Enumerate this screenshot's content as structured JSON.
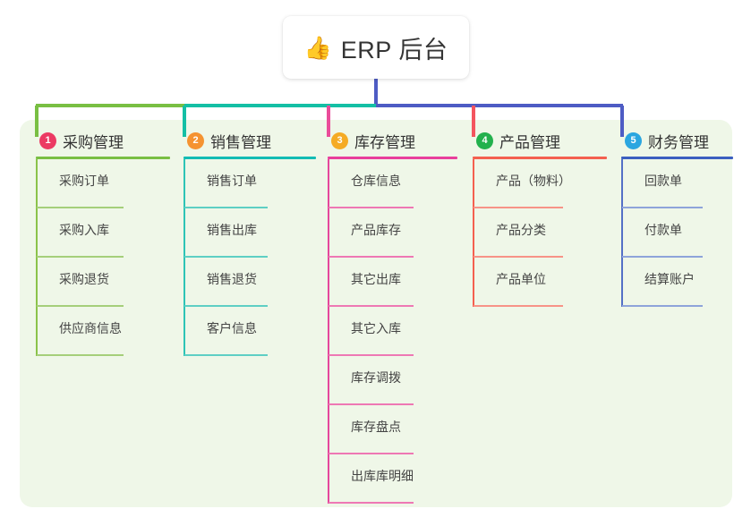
{
  "root": {
    "icon": "thumbs-up-icon",
    "emoji": "👍",
    "title": "ERP 后台"
  },
  "theme": {
    "page_background": "#ffffff",
    "panel_background": "#eff7e8",
    "root_card_background": "#ffffff",
    "root_stem_color": "#4e5cc4",
    "connector_green": "#79bf43",
    "connector_teal": "#14bfa5",
    "connector_blue": "#4e5cc4",
    "drop_green": "#79bf43",
    "drop_teal": "#14bfa5",
    "drop_pink": "#ea4c9a",
    "drop_red": "#f4555f",
    "drop_blue": "#4e5cc4"
  },
  "columns": [
    {
      "index": "1",
      "title": "采购管理",
      "badge_color": "#ec3a63",
      "rule_color": "#79bf43",
      "line_color": "#8bc34a",
      "leaf_color": "#a5cf7a",
      "items": [
        {
          "label": "采购订单"
        },
        {
          "label": "采购入库"
        },
        {
          "label": "采购退货"
        },
        {
          "label": "供应商信息"
        }
      ]
    },
    {
      "index": "2",
      "title": "销售管理",
      "badge_color": "#f59331",
      "rule_color": "#12bcb4",
      "line_color": "#2ec4b6",
      "leaf_color": "#5ecfc4",
      "items": [
        {
          "label": "销售订单"
        },
        {
          "label": "销售出库"
        },
        {
          "label": "销售退货"
        },
        {
          "label": "客户信息"
        }
      ]
    },
    {
      "index": "3",
      "title": "库存管理",
      "badge_color": "#f5ab24",
      "rule_color": "#e83f9c",
      "line_color": "#e5479c",
      "leaf_color": "#ee78b4",
      "items": [
        {
          "label": "仓库信息"
        },
        {
          "label": "产品库存"
        },
        {
          "label": "其它出库"
        },
        {
          "label": "其它入库"
        },
        {
          "label": "库存调拨"
        },
        {
          "label": "库存盘点"
        },
        {
          "label": "出库库明细"
        }
      ]
    },
    {
      "index": "4",
      "title": "产品管理",
      "badge_color": "#23b14d",
      "rule_color": "#f4604f",
      "line_color": "#f4604f",
      "leaf_color": "#f79387",
      "items": [
        {
          "label": "产品（物料）"
        },
        {
          "label": "产品分类"
        },
        {
          "label": "产品单位"
        }
      ]
    },
    {
      "index": "5",
      "title": "财务管理",
      "badge_color": "#2ba6e0",
      "rule_color": "#3c5fc0",
      "line_color": "#5470c6",
      "leaf_color": "#8ea4da",
      "items": [
        {
          "label": "回款单"
        },
        {
          "label": "付款单"
        },
        {
          "label": "结算账户"
        }
      ]
    }
  ]
}
